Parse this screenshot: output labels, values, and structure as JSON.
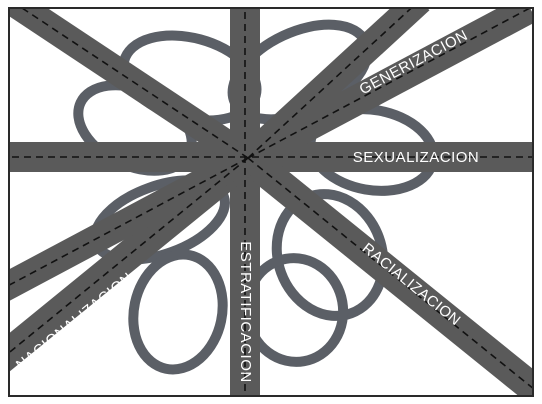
{
  "colors": {
    "road": "#5a5a5a",
    "petal_outline": "#5b5f66",
    "lane_dash": "#111111",
    "label_text": "#ffffff",
    "background": "#ffffff",
    "frame": "#2a2a2a"
  },
  "roads": {
    "estratificacion": "ESTRATIFICACION",
    "sexualizacion": "SEXUALIZACION",
    "generizacion": "GENERIZACION",
    "racializacion": "RACIALIZACION",
    "nacionalizacion": "NACIONALIZACION"
  }
}
